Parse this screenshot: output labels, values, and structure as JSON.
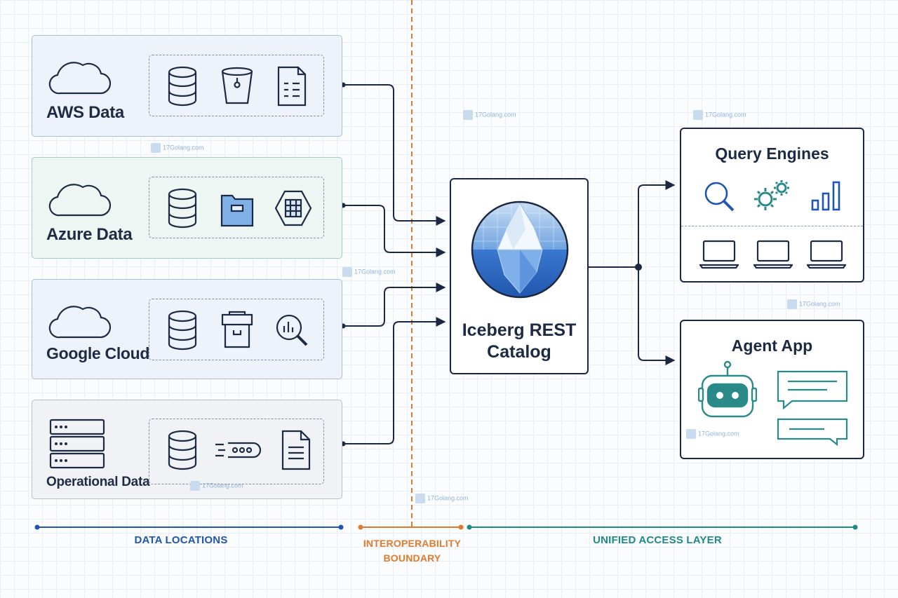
{
  "sources": [
    {
      "label": "AWS Data",
      "icons": [
        "cylinder-database-icon",
        "bucket-icon",
        "spreadsheet-file-icon"
      ]
    },
    {
      "label": "Azure Data",
      "icons": [
        "cylinder-database-icon",
        "folder-icon",
        "hexagon-grid-icon"
      ]
    },
    {
      "label": "Google Cloud",
      "icons": [
        "cylinder-database-icon",
        "storage-box-icon",
        "analytics-search-icon"
      ]
    },
    {
      "label": "Operational Data",
      "icons": [
        "cylinder-database-icon",
        "stream-pipe-icon",
        "document-icon"
      ]
    }
  ],
  "catalog": {
    "line1": "Iceberg REST",
    "line2": "Catalog",
    "icon": "iceberg-icon"
  },
  "destinations": {
    "query": {
      "title": "Query Engines",
      "icons": [
        "search-icon",
        "gears-icon",
        "bar-chart-icon",
        "laptop-icon",
        "laptop-icon",
        "laptop-icon"
      ]
    },
    "agent": {
      "title": "Agent App",
      "icons": [
        "robot-icon",
        "chat-bubble-icon",
        "chat-bubble-icon"
      ]
    }
  },
  "legend": {
    "data_locations": "DATA LOCATIONS",
    "boundary_line1": "INTEROPERABILITY",
    "boundary_line2": "BOUNDARY",
    "unified": "UNIFIED ACCESS LAYER"
  },
  "watermark": "17Golang.com",
  "colors": {
    "navy": "#1d2a44",
    "blue_accent": "#2f6fd0",
    "teal_accent": "#2a8a8a",
    "boundary_orange": "#e07a2e",
    "legend_blue": "#1f56b0",
    "legend_orange": "#e07a2e",
    "legend_teal": "#1f8a86"
  }
}
